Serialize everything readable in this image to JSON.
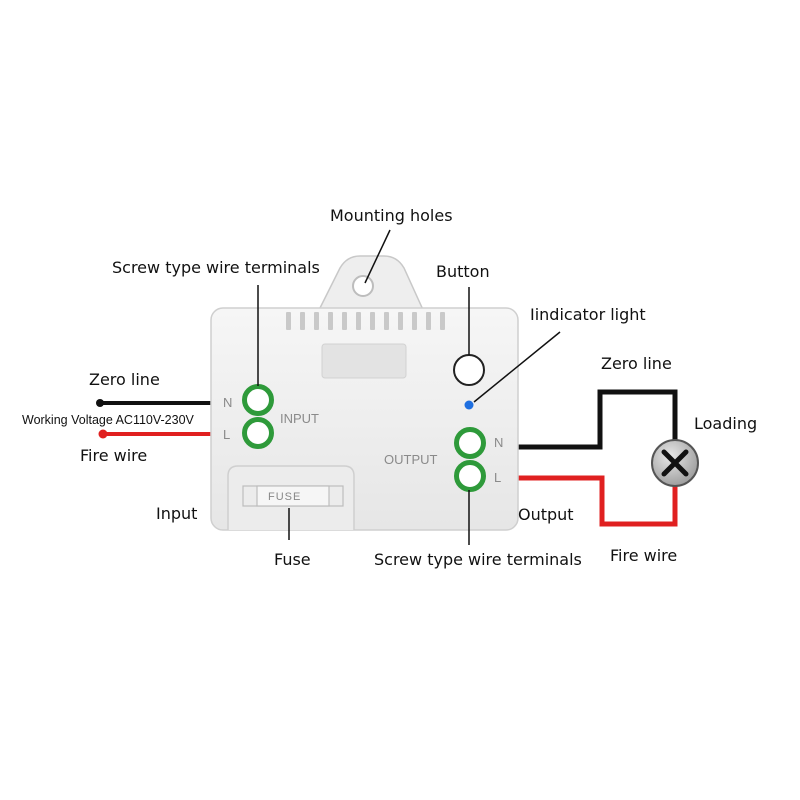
{
  "labels": {
    "mounting_holes": "Mounting holes",
    "screw_terminals_top": "Screw type wire terminals",
    "button": "Button",
    "indicator_light": "Iindicator light",
    "zero_line_left": "Zero line",
    "working_voltage": "Working Voltage AC110V-230V",
    "fire_wire_left": "Fire wire",
    "input": "Input",
    "fuse": "Fuse",
    "screw_terminals_bottom": "Screw type wire terminals",
    "output": "Output",
    "zero_line_right": "Zero line",
    "loading": "Loading",
    "fire_wire_right": "Fire wire"
  },
  "device": {
    "input_text": "INPUT",
    "output_text": "OUTPUT",
    "fuse_text": "FUSE",
    "in_n": "N",
    "in_l": "L",
    "out_n": "N",
    "out_l": "L"
  },
  "colors": {
    "terminal": "#2e9a3a",
    "fire_wire": "#e02020",
    "zero_wire": "#111111",
    "indicator": "#1f6fe0",
    "device_body": "#f1f1f1"
  },
  "icons": {
    "lamp": "x-lamp-icon"
  }
}
